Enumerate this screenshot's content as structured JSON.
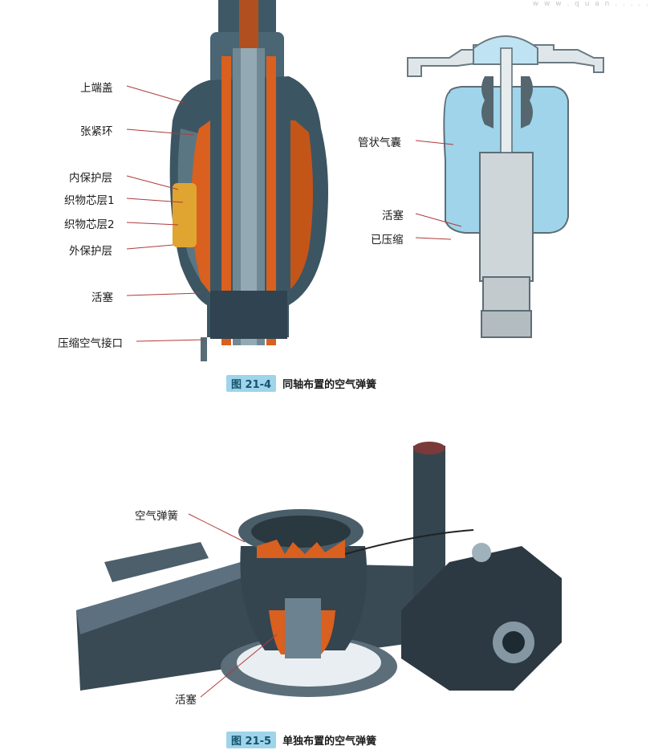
{
  "watermark": "w w w . q u a n . . . . .",
  "figure1": {
    "tag": "图 21-4",
    "title": "同轴布置的空气弹簧",
    "labels": {
      "top_cover": "上端盖",
      "clamp_ring": "张紧环",
      "inner_layer": "内保护层",
      "fabric1": "织物芯层1",
      "fabric2": "织物芯层2",
      "outer_layer": "外保护层",
      "piston": "活塞",
      "air_port": "压缩空气接口",
      "bellows": "管状气囊",
      "piston_right": "活塞",
      "compressed": "已压缩"
    }
  },
  "figure2": {
    "tag": "图 21-5",
    "title": "单独布置的空气弹簧",
    "labels": {
      "air_spring": "空气弹簧",
      "piston": "活塞"
    }
  },
  "colors": {
    "steel_dark": "#2d3e4a",
    "steel_mid": "#4e6674",
    "orange": "#d9601e",
    "blue_bag": "#9fd4ea",
    "caption_tag": "#9fd4ea"
  }
}
